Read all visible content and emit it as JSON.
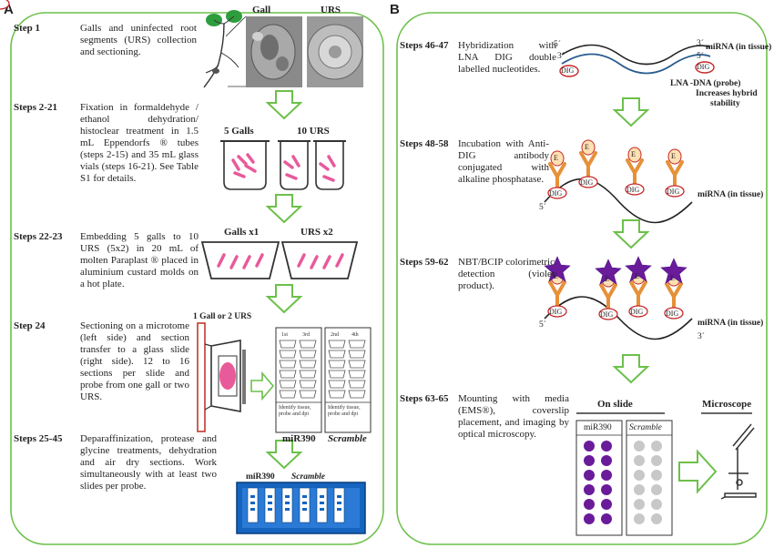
{
  "panels": {
    "a": "A",
    "b": "B"
  },
  "panel_a": {
    "steps": [
      {
        "label": "Step 1",
        "text": "Galls and uninfected root segments (URS) collection and sectioning."
      },
      {
        "label": "Steps 2-21",
        "text": "Fixation in formaldehyde / ethanol dehydration/ histoclear treatment in 1.5 mL Eppendorfs ® tubes (steps 2-15) and 35 mL glass vials (steps 16-21). See Table S1 for details."
      },
      {
        "label": "Steps 22-23",
        "text": "Embedding 5 galls to 10 URS (5x2) in 20 mL of molten Paraplast ® placed in aluminium custard molds on a hot plate."
      },
      {
        "label": "Step 24",
        "text": "Sectioning on a microtome (left side) and section transfer to a glass slide (right side). 12 to 16 sections per slide and probe from one gall or two URS."
      },
      {
        "label": "Steps 25-45",
        "text": "Deparaffinization, protease and glycine treatments, dehydration and air dry sections. Work simultaneously with at least two slides per probe."
      }
    ],
    "micro_labels": {
      "gall": "Gall",
      "urs": "URS"
    },
    "vial_labels": {
      "galls": "5 Galls",
      "urs": "10 URS"
    },
    "mold_labels": {
      "galls": "Galls x1",
      "urs": "URS x2"
    },
    "microtome_label": "1 Gall or 2 URS",
    "slide1": {
      "col1": "1st",
      "col2": "3rd",
      "note": "Identify tissue, probe and dpi",
      "name": "miR390"
    },
    "slide2": {
      "col1": "2nd",
      "col2": "4th",
      "note": "Identify tissue, probe and dpi",
      "name": "Scramble"
    },
    "rack_labels": {
      "left": "miR390",
      "right": "Scramble"
    }
  },
  "panel_b": {
    "steps": [
      {
        "label": "Steps 46-47",
        "text": "Hybridization with LNA DIG double labelled nucleotides."
      },
      {
        "label": "Steps 48-58",
        "text": "Incubation with Anti-DIG antibody conjugated with alkaline phosphatase."
      },
      {
        "label": "Steps 59-62",
        "text": "NBT/BCIP colorimetric detection (violet product)."
      },
      {
        "label": "Steps 63-65",
        "text": "Mounting with media (EMS®), coverslip placement, and imaging by optical microscopy."
      }
    ],
    "mirna_label": "miRNA (in tissue)",
    "probe_label": "LNA -DNA (probe)",
    "probe_note_1": "Increases hybrid",
    "probe_note_2": "stability",
    "dig": "DIG",
    "enzyme": "E",
    "five_prime": "5´",
    "three_prime": "3´",
    "on_slide": "On slide",
    "microscope": "Microscope",
    "slide_cols": {
      "left": "miR390",
      "right": "Scramble"
    }
  },
  "colors": {
    "panel_border": "#6cc04a",
    "arrow_fill": "#ffffff",
    "arrow_stroke": "#6cc04a",
    "mirna": "#222222",
    "probe": "#2a5d8f",
    "dig_ring": "#c62828",
    "antibody": "#e69138",
    "enzyme_fill": "#ffe0b2",
    "violet": "#6a1b9a",
    "gray_dot": "#c8c8c8",
    "pink_tissue": "#e85a9a",
    "rack": "#1565c0",
    "mold_border": "#c0392b"
  }
}
